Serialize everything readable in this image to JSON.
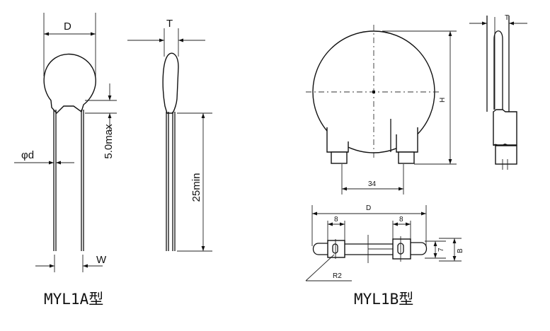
{
  "myl1a": {
    "title": "MYL1A型",
    "dim_d": "D",
    "dim_t": "T",
    "dim_phi_d": "φd",
    "dim_5max": "5.0max",
    "dim_25min": "25min",
    "dim_w": "W"
  },
  "myl1b": {
    "title": "MYL1B型",
    "dim_h": "H",
    "dim_34": "34",
    "dim_t": "T",
    "dim_d": "D",
    "dim_8_left": "8",
    "dim_8_right": "8",
    "dim_7": "7",
    "dim_b": "B",
    "dim_r2": "R2"
  }
}
